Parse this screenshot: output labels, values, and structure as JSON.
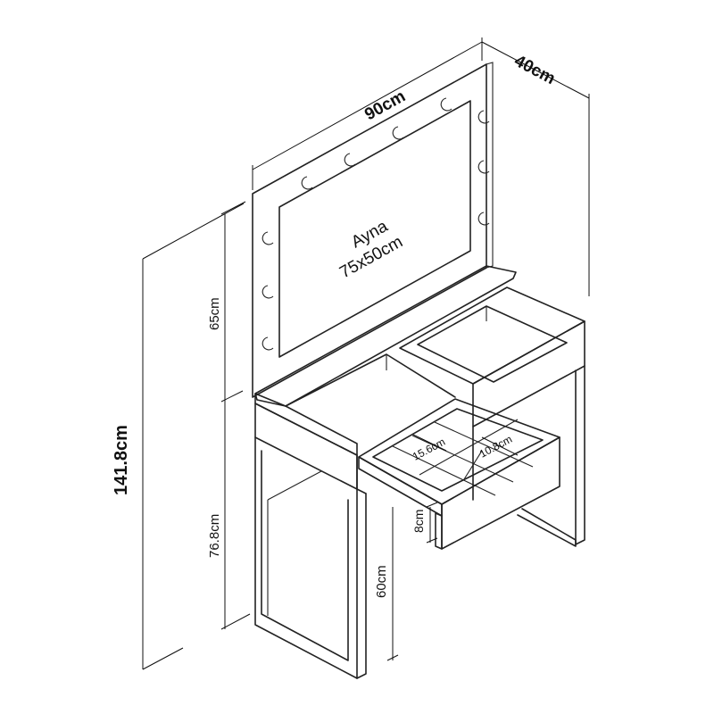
{
  "dimensions": {
    "width": "90cm",
    "depth": "40cm",
    "total_height": "141.8cm",
    "mirror_height": "65cm",
    "table_height": "76.8cm",
    "leg_height": "60cm",
    "drawer_height": "8cm",
    "compartment_width": "15.6cm",
    "compartment_depth": "10.8cm"
  },
  "mirror": {
    "label": "Ayna",
    "size": "75x50cm"
  }
}
